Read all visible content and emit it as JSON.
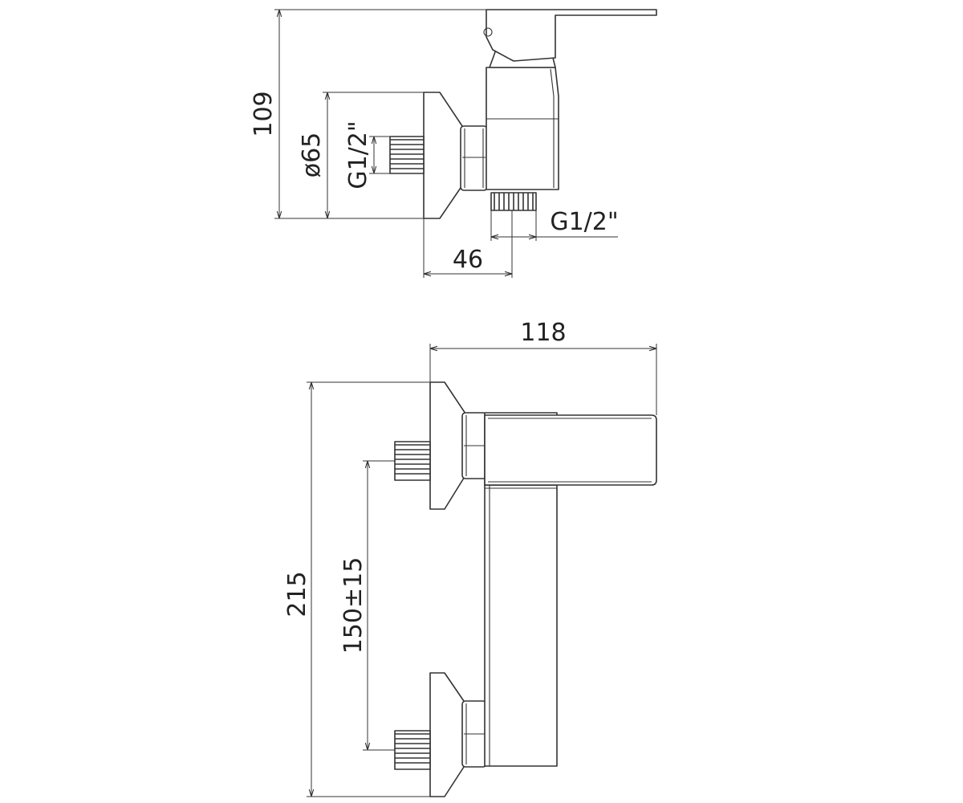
{
  "side_view": {
    "dims": {
      "height": "109",
      "diameter": "ø65",
      "inlet_thread": "G1/2\"",
      "outlet_thread": "G1/2\"",
      "depth": "46"
    }
  },
  "front_view": {
    "dims": {
      "width": "118",
      "height": "215",
      "spacing": "150±15"
    }
  },
  "colors": {
    "line": "#333333",
    "background": "#ffffff"
  }
}
